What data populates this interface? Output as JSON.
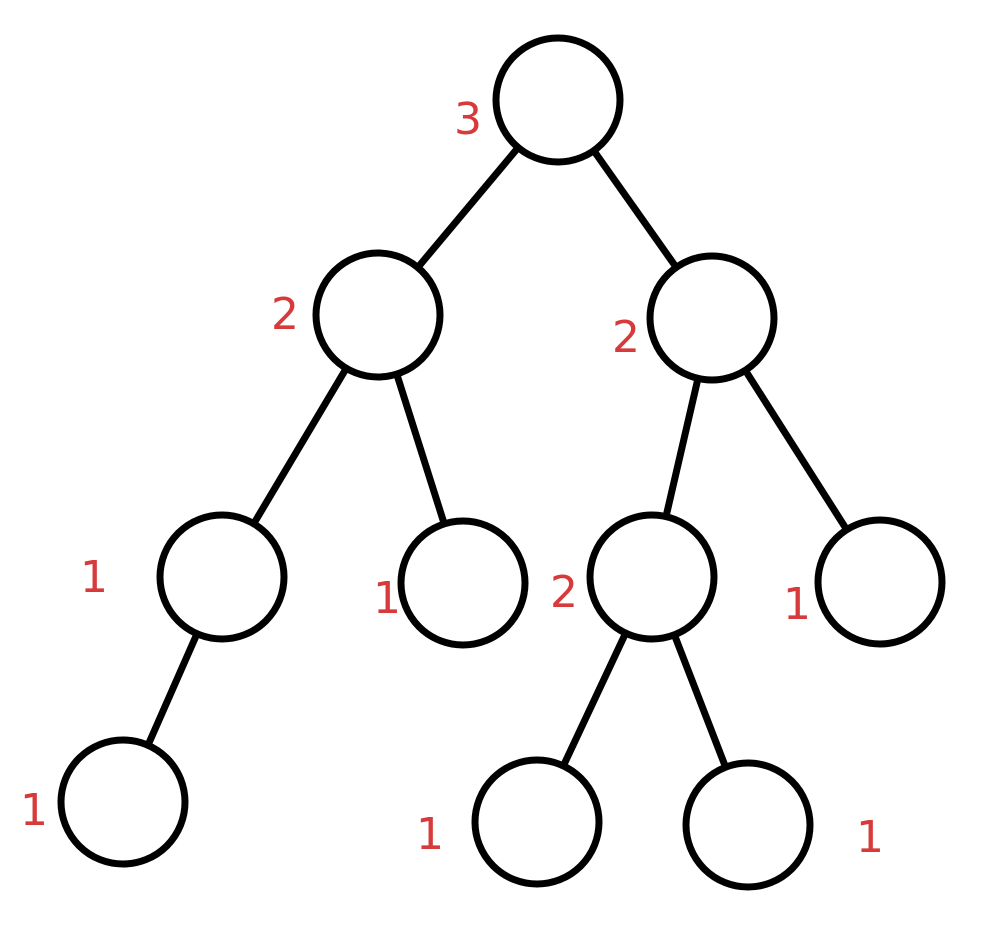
{
  "diagram": {
    "colors": {
      "stroke": "#000000",
      "label": "#d63a3a",
      "background": "#ffffff"
    },
    "nodes": [
      {
        "id": "root",
        "label": "3"
      },
      {
        "id": "l",
        "label": "2"
      },
      {
        "id": "r",
        "label": "2"
      },
      {
        "id": "ll",
        "label": "1"
      },
      {
        "id": "lr",
        "label": "1"
      },
      {
        "id": "rl",
        "label": "2"
      },
      {
        "id": "rr",
        "label": "1"
      },
      {
        "id": "lll",
        "label": "1"
      },
      {
        "id": "rll",
        "label": "1"
      },
      {
        "id": "rlr",
        "label": "1"
      }
    ],
    "edges": [
      {
        "from": "root",
        "to": "l"
      },
      {
        "from": "root",
        "to": "r"
      },
      {
        "from": "l",
        "to": "ll"
      },
      {
        "from": "l",
        "to": "lr"
      },
      {
        "from": "r",
        "to": "rl"
      },
      {
        "from": "r",
        "to": "rr"
      },
      {
        "from": "ll",
        "to": "lll"
      },
      {
        "from": "rl",
        "to": "rll"
      },
      {
        "from": "rl",
        "to": "rlr"
      }
    ]
  }
}
